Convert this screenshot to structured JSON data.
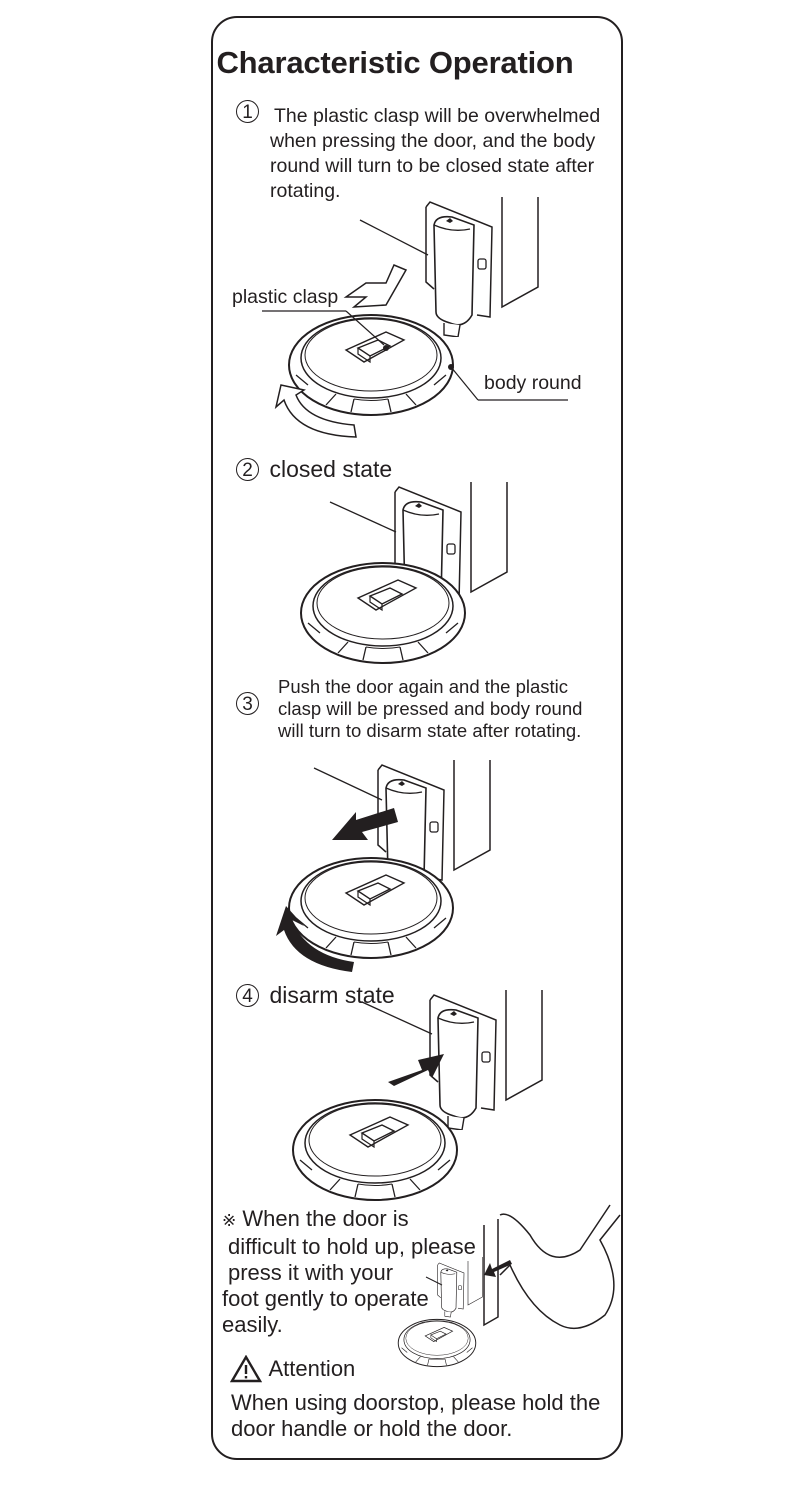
{
  "title": "Characteristic Operation",
  "steps": [
    {
      "number": "1",
      "lines": [
        "The plastic clasp will be overwhelmed",
        "when pressing the door, and the body",
        "round will turn to be closed state after",
        "rotating."
      ],
      "callouts": {
        "plastic_clasp": "plastic clasp",
        "body_round": "body round"
      }
    },
    {
      "number": "2",
      "lines": [
        "closed state"
      ]
    },
    {
      "number": "3",
      "lines": [
        "Push the door again and the plastic",
        "clasp will be pressed and body round",
        "will turn to disarm state after rotating."
      ]
    },
    {
      "number": "4",
      "lines": [
        "disarm state"
      ]
    }
  ],
  "note": {
    "symbol": "※",
    "lines": [
      "When the door is",
      "difficult to hold up, please",
      "press it with your",
      "foot gently to operate",
      "easily."
    ]
  },
  "attention": {
    "icon": "warning-triangle-icon",
    "heading": "Attention",
    "lines": [
      "When using doorstop, please hold the",
      "door handle or hold the door."
    ]
  },
  "colors": {
    "ink": "#231f20",
    "background": "#ffffff"
  }
}
